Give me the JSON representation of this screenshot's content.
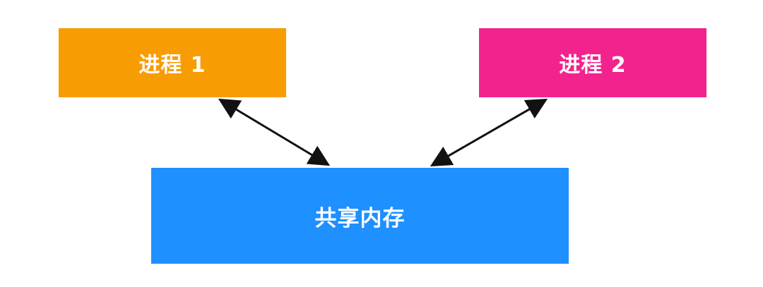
{
  "nodes": {
    "process_1": {
      "label": "进程 1",
      "color": "#F89C03"
    },
    "process_2": {
      "label": "进程 2",
      "color": "#F3238D"
    },
    "shared_memory": {
      "label": "共享内存",
      "color": "#1E90FF"
    }
  },
  "edges": [
    {
      "from": "process_1",
      "to": "shared_memory",
      "direction": "bidirectional"
    },
    {
      "from": "process_2",
      "to": "shared_memory",
      "direction": "bidirectional"
    }
  ],
  "arrow_color": "#111111"
}
